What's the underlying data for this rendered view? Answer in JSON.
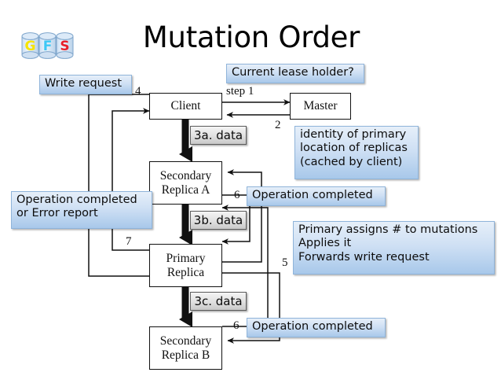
{
  "slide": {
    "title": "Mutation Order",
    "logo": {
      "name": "gfs-logo",
      "letters": [
        {
          "char": "G",
          "color": "#f6e400"
        },
        {
          "char": "F",
          "color": "#3ec8f5"
        },
        {
          "char": "S",
          "color": "#e8202a"
        }
      ]
    }
  },
  "nodes": [
    {
      "id": "client",
      "label": "Client"
    },
    {
      "id": "master",
      "label": "Master"
    },
    {
      "id": "secondary_a",
      "line1": "Secondary",
      "line2": "Replica A"
    },
    {
      "id": "primary",
      "line1": "Primary",
      "line2": "Replica"
    },
    {
      "id": "secondary_b",
      "line1": "Secondary",
      "line2": "Replica B"
    }
  ],
  "data_boxes": [
    {
      "id": "data_3a",
      "label": "3a. data"
    },
    {
      "id": "data_3b",
      "label": "3b. data"
    },
    {
      "id": "data_3c",
      "label": "3c. data"
    }
  ],
  "callouts": [
    {
      "id": "write_request",
      "text": "Write request"
    },
    {
      "id": "lease_holder",
      "text": "Current lease holder?"
    },
    {
      "id": "identity",
      "text": "identity of primary\nlocation of replicas\n(cached by client)"
    },
    {
      "id": "op_or_error",
      "text": "Operation completed\nor Error report"
    },
    {
      "id": "op_completed_a",
      "text": "Operation completed"
    },
    {
      "id": "primary_assigns",
      "text": "Primary assigns # to mutations\nApplies it\nForwards write request"
    },
    {
      "id": "op_completed_b",
      "text": "Operation completed"
    }
  ],
  "edge_labels": [
    {
      "id": "label_step1",
      "text": "step 1"
    },
    {
      "id": "label_4",
      "text": "4"
    },
    {
      "id": "label_2",
      "text": "2"
    },
    {
      "id": "label_6a",
      "text": "6"
    },
    {
      "id": "label_7",
      "text": "7"
    },
    {
      "id": "label_5",
      "text": "5"
    },
    {
      "id": "label_6b",
      "text": "6"
    }
  ],
  "colors": {
    "callout_fill": "#a8c8ea",
    "callout_border": "#8fb4da",
    "data_fill": "#e2e2e2",
    "line": "#111111",
    "text": "#111111",
    "background": "#ffffff"
  }
}
